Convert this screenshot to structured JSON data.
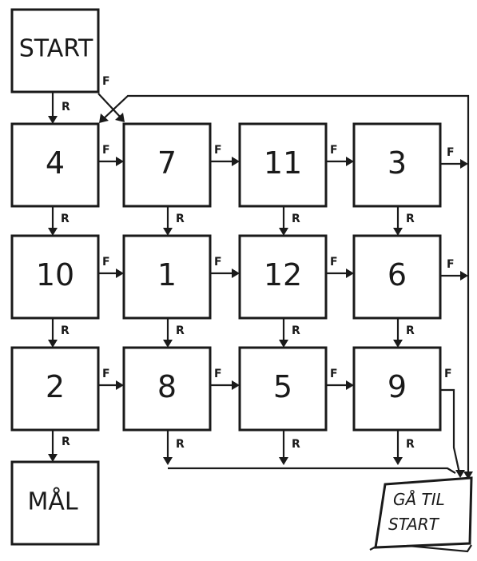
{
  "start_label": "START",
  "goal_label": "MÅL",
  "grid": [
    [
      "4",
      "7",
      "11",
      "3"
    ],
    [
      "10",
      "1",
      "12",
      "6"
    ],
    [
      "2",
      "8",
      "5",
      "9"
    ]
  ],
  "edge_labels": {
    "right": "R",
    "wrong": "F"
  },
  "return_card": {
    "line1": "GÅ TIL",
    "line2": "START"
  }
}
